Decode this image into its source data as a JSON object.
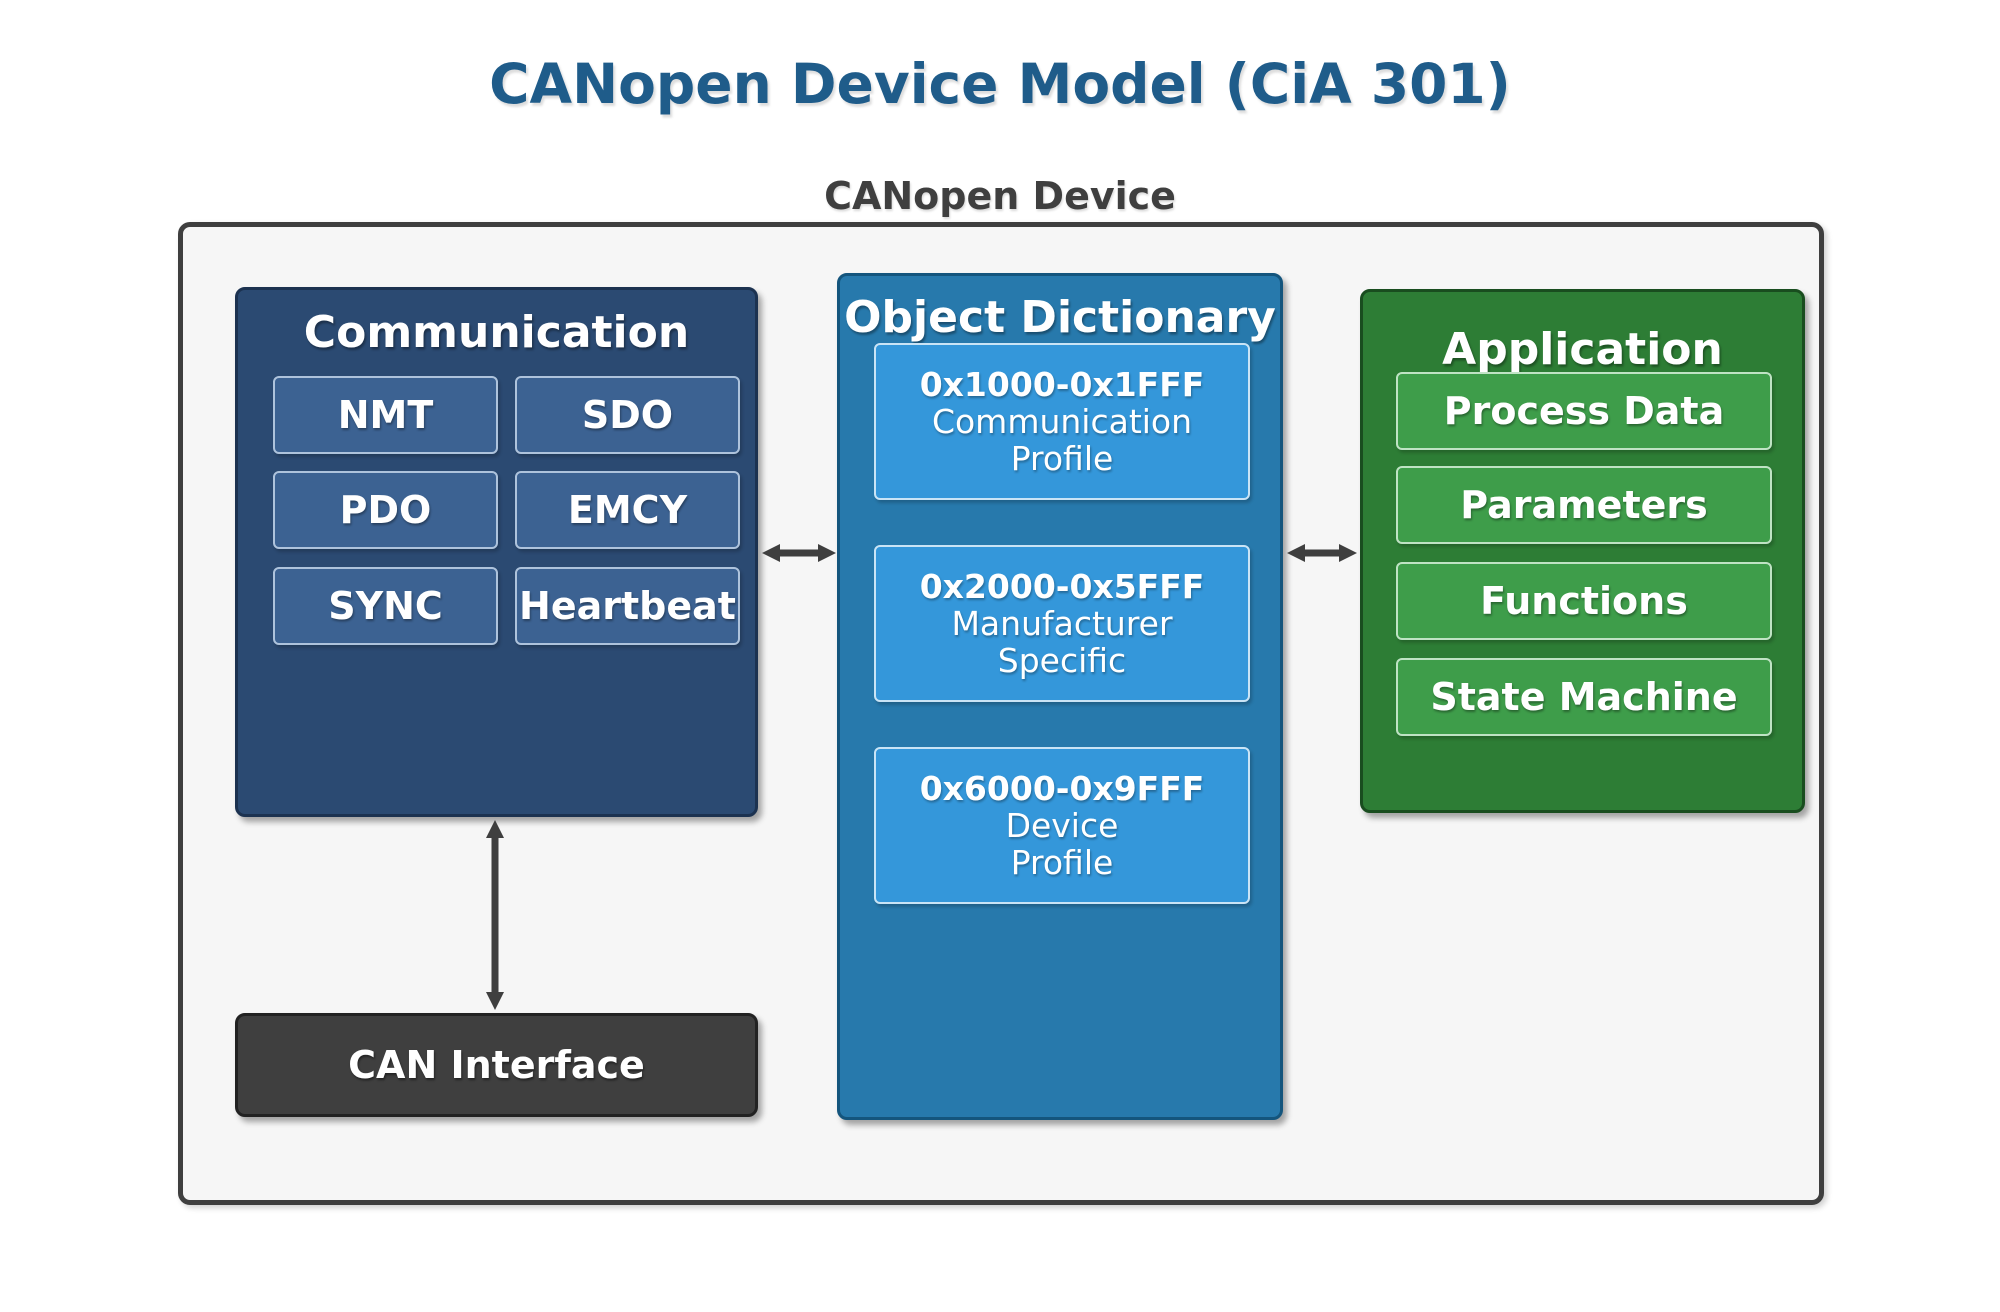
{
  "page": {
    "title": "CANopen Device Model (CiA 301)",
    "device_label": "CANopen Device"
  },
  "communication": {
    "title": "Communication",
    "items": [
      "NMT",
      "SDO",
      "PDO",
      "EMCY",
      "SYNC",
      "Heartbeat"
    ]
  },
  "object_dictionary": {
    "title": "Object Dictionary",
    "sections": [
      {
        "range": "0x1000-0x1FFF",
        "name_line1": "Communication",
        "name_line2": "Profile"
      },
      {
        "range": "0x2000-0x5FFF",
        "name_line1": "Manufacturer",
        "name_line2": "Specific"
      },
      {
        "range": "0x6000-0x9FFF",
        "name_line1": "Device",
        "name_line2": "Profile"
      }
    ]
  },
  "application": {
    "title": "Application",
    "items": [
      "Process Data",
      "Parameters",
      "Functions",
      "State Machine"
    ]
  },
  "can_interface": {
    "label": "CAN Interface"
  },
  "connectors": [
    {
      "from": "communication",
      "to": "object-dictionary",
      "type": "bidirectional"
    },
    {
      "from": "object-dictionary",
      "to": "application",
      "type": "bidirectional"
    },
    {
      "from": "communication",
      "to": "can-interface",
      "type": "bidirectional"
    }
  ],
  "colors": {
    "page_bg": "#ffffff",
    "title_color": "#1F5C8A",
    "outline_color": "#3F3F3F",
    "outer_fill": "#F6F6F6",
    "comm_fill": "#2B4A72",
    "comm_border": "#1C3250",
    "comm_sub_fill": "#3C6292",
    "comm_sub_border": "#AEC3DC",
    "od_fill": "#2779AC",
    "od_border": "#14557D",
    "od_sub_fill": "#3497DA",
    "od_sub_border": "#C9E4F6",
    "app_fill": "#2D7D35",
    "app_border": "#194D1F",
    "app_sub_fill": "#3E9D4A",
    "app_sub_border": "#BFE3C4",
    "can_fill": "#3F3F3F",
    "can_border": "#222222",
    "arrow_color": "#3F3F3F"
  }
}
